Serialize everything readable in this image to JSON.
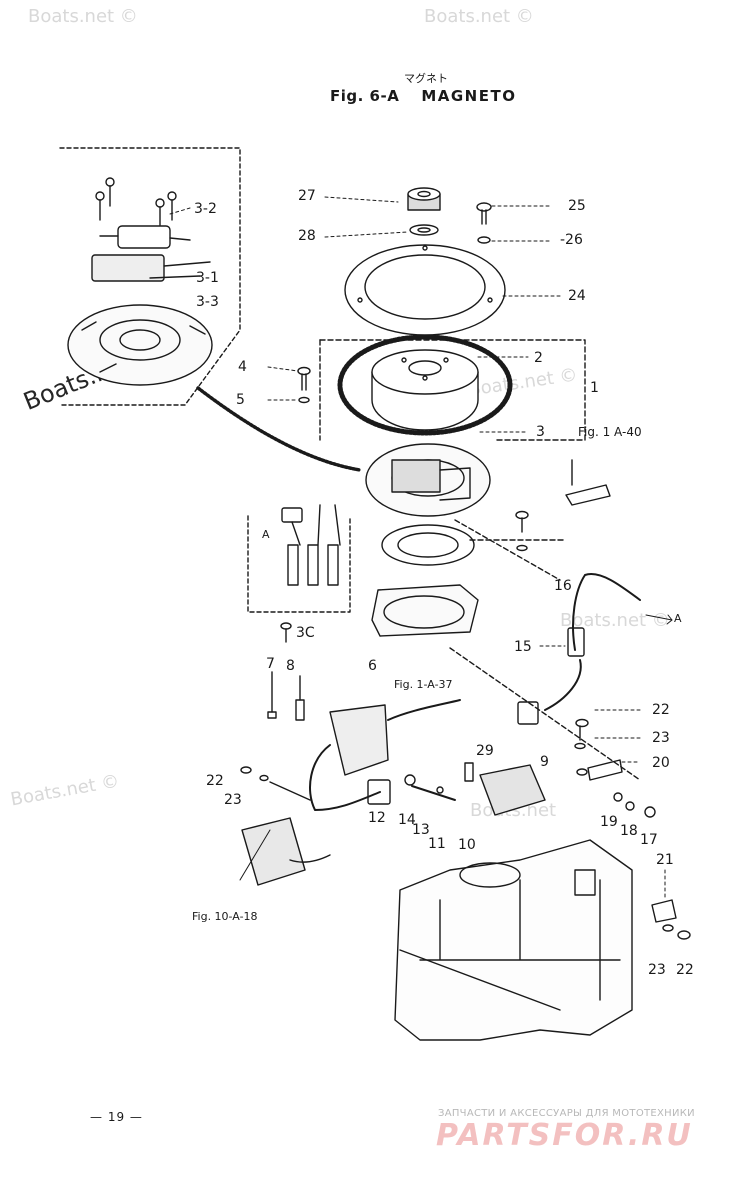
{
  "header": {
    "katakana": "マグネト",
    "fig_label": "Fig. 6-A",
    "title": "MAGNETO"
  },
  "watermarks": {
    "corner_left": "Boats.net ©",
    "corner_top": "Boats.net ©",
    "main": "Boats.net ©",
    "mid": "Boats.net ©",
    "center": "Boats.net ©",
    "lower_left": "Boats.net ©",
    "lower_center": "Boats.net"
  },
  "callouts": {
    "c27": "27",
    "c25": "25",
    "c28": "28",
    "c26": "-26",
    "c32": "3-2",
    "c31": "3-1",
    "c33": "3-3",
    "c24": "24",
    "c2": "2",
    "c4": "4",
    "c1": "1",
    "c5": "5",
    "c3": "3",
    "c16": "16",
    "c15": "15",
    "c30": "3C",
    "c7": "7",
    "c8": "8",
    "c6": "6",
    "c22a": "22",
    "c23a": "23",
    "c29": "29",
    "c9": "9",
    "c20": "20",
    "c22b": "22",
    "c23b": "23",
    "c12": "12",
    "c14": "14",
    "c13": "13",
    "c11": "11",
    "c10": "10",
    "c19": "19",
    "c18": "18",
    "c17": "17",
    "c21": "21",
    "c23c": "23",
    "c22c": "22",
    "a1": "A",
    "a2": "A"
  },
  "references": {
    "fig1a40": "Fig. 1 A-40",
    "fig1a37": "Fig. 1-A-37",
    "fig10a18": "Fig. 10-A-18"
  },
  "footer": {
    "page_number": "— 19 —",
    "shop_tagline": "ЗАПЧАСТИ И АКСЕССУАРЫ ДЛЯ МОТОТЕХНИКИ",
    "shop_logo": "PARTSFOR.RU"
  }
}
